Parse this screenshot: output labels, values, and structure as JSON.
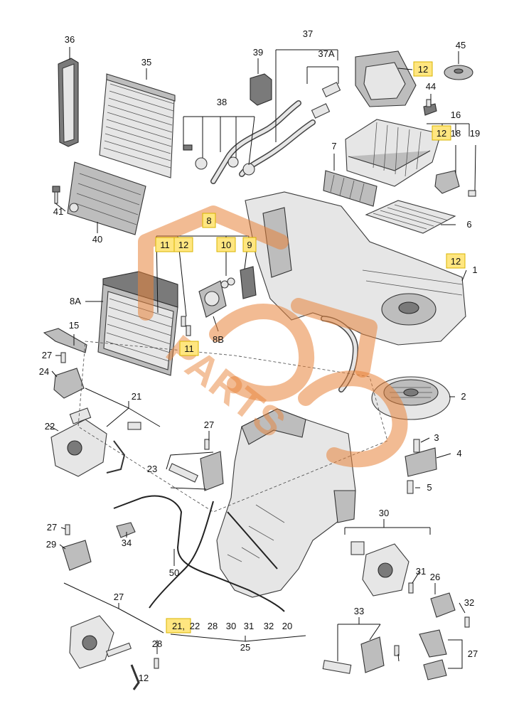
{
  "diagram": {
    "callouts": [
      "36",
      "35",
      "39",
      "37",
      "37A",
      "12",
      "45",
      "44",
      "38",
      "16",
      "12",
      "18",
      "19",
      "7",
      "41",
      "40",
      "6",
      "8",
      "11",
      "12",
      "10",
      "9",
      "12",
      "1",
      "8A",
      "8B",
      "11",
      "15",
      "27",
      "24",
      "21",
      "2",
      "22",
      "3",
      "27",
      "4",
      "23",
      "5",
      "27",
      "34",
      "29",
      "30",
      "50",
      "31",
      "26",
      "32",
      "27",
      "12",
      "21,",
      "22",
      "28",
      "30",
      "31",
      "32",
      "20",
      "25",
      "33",
      "28",
      "27"
    ],
    "highlighted_labels": [
      "12",
      "11",
      "12",
      "10",
      "9",
      "8",
      "12",
      "11",
      "12",
      "12"
    ],
    "watermark": "PARTS"
  }
}
